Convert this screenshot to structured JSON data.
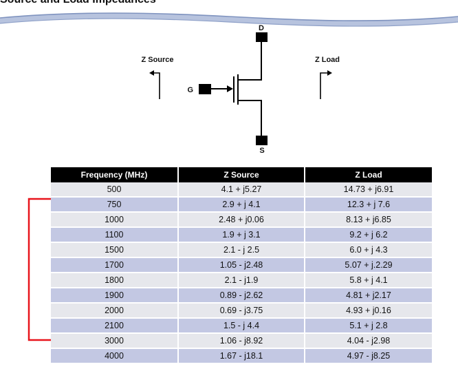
{
  "document": {
    "title": "Source and Load Impedances"
  },
  "schematic": {
    "label_drain": "D",
    "label_gate": "G",
    "label_source": "S",
    "label_z_source": "Z Source",
    "label_z_load": "Z Load"
  },
  "table": {
    "headers": [
      "Frequency (MHz)",
      "Z Source",
      "Z Load"
    ],
    "rows": [
      [
        "500",
        "4.1 + j5.27",
        "14.73 + j6.91"
      ],
      [
        "750",
        "2.9 + j 4.1",
        "12.3 + j 7.6"
      ],
      [
        "1000",
        "2.48 + j0.06",
        "8.13 + j6.85"
      ],
      [
        "1100",
        "1.9 + j 3.1",
        "9.2 + j 6.2"
      ],
      [
        "1500",
        "2.1 - j 2.5",
        "6.0 + j 4.3"
      ],
      [
        "1700",
        "1.05 - j2.48",
        "5.07 + j.2.29"
      ],
      [
        "1800",
        "2.1 - j1.9",
        "5.8 + j 4.1"
      ],
      [
        "1900",
        "0.89 - j2.62",
        "4.81 + j2.17"
      ],
      [
        "2000",
        "0.69 - j3.75",
        "4.93 + j0.16"
      ],
      [
        "2100",
        "1.5 - j 4.4",
        "5.1 + j 2.8"
      ],
      [
        "3000",
        "1.06 - j8.92",
        "4.04 - j2.98"
      ],
      [
        "4000",
        "1.67 - j18.1",
        "4.97 - j8.25"
      ]
    ]
  },
  "colors": {
    "header_bg": "#000000",
    "row_light": "#e6e7ec",
    "row_dark": "#c3c8e3",
    "bracket": "#e8141b",
    "wave": "#7f93bf"
  }
}
